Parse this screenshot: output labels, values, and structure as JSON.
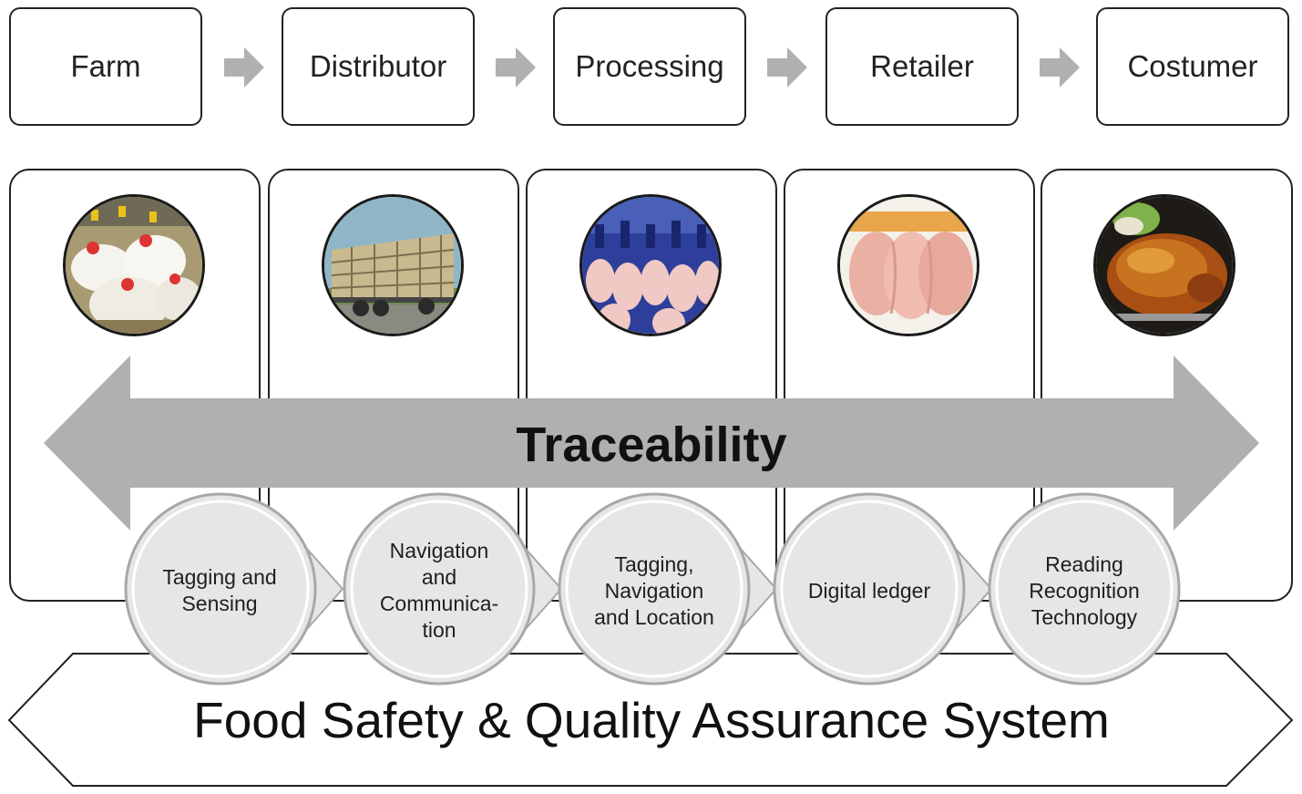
{
  "stages": [
    "Farm",
    "Distributor",
    "Processing",
    "Retailer",
    "Costumer"
  ],
  "photos": [
    {
      "icon": "chickens-icon"
    },
    {
      "icon": "livestock-truck-icon"
    },
    {
      "icon": "processing-line-icon"
    },
    {
      "icon": "raw-chicken-icon"
    },
    {
      "icon": "roast-chicken-icon"
    }
  ],
  "traceability_label": "Traceability",
  "technologies": [
    "Tagging and Sensing",
    "Navigation and Communica-tion",
    "Tagging, Navigation and Location",
    "Digital ledger",
    "Reading Recognition Technology"
  ],
  "system_label": "Food Safety & Quality Assurance System",
  "colors": {
    "arrow_gray": "#b0b0b0",
    "circle_fill": "#e6e6e6",
    "circle_ring": "#a8a8a8",
    "border": "#222222"
  }
}
